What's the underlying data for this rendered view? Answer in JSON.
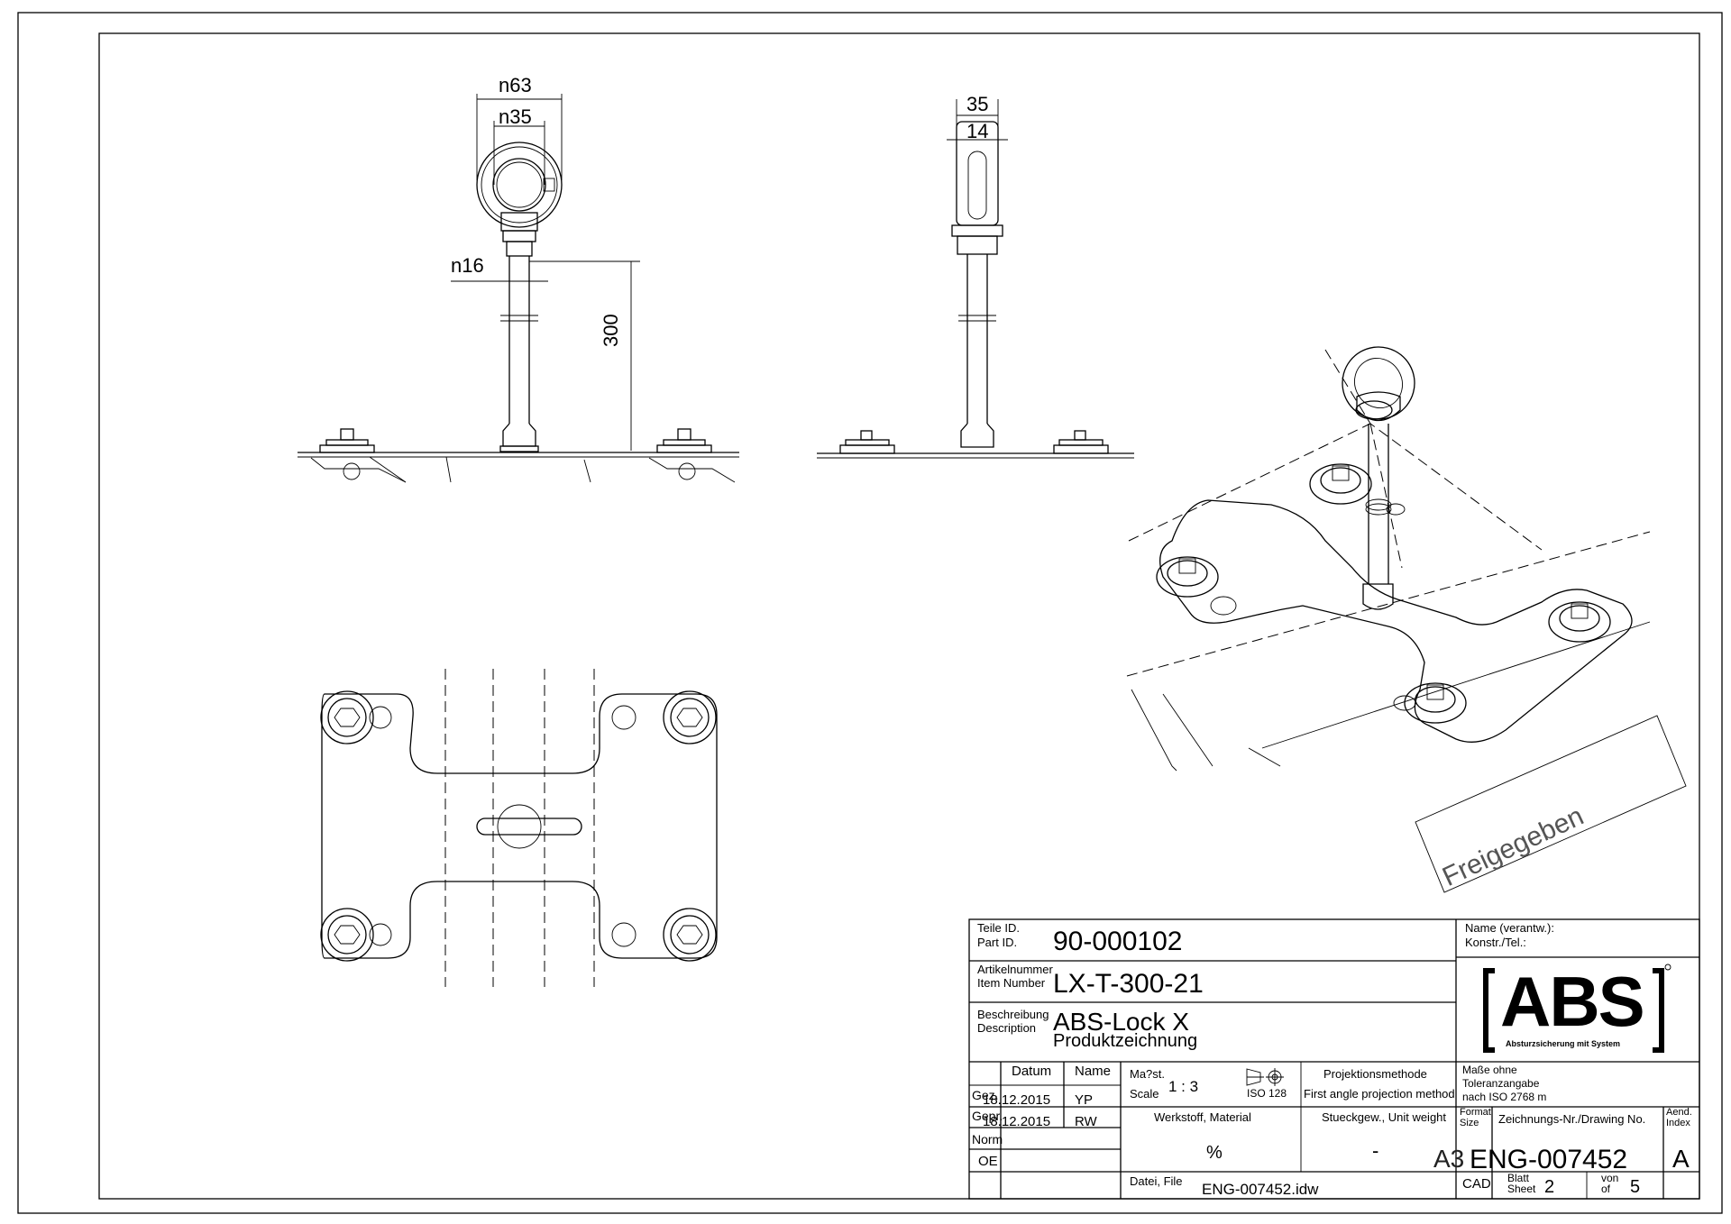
{
  "dimensions": {
    "d63": "n63",
    "d35": "n35",
    "d16": "n16",
    "len300": "300",
    "w35": "35",
    "w14": "14"
  },
  "stamp": "Freigegeben",
  "title_block": {
    "part_id_label_de": "Teile ID.",
    "part_id_label_en": "Part ID.",
    "part_id": "90-000102",
    "item_label_de": "Artikelnummer",
    "item_label_en": "Item Number",
    "item_number": "LX-T-300-21",
    "desc_label_de": "Beschreibung",
    "desc_label_en": "Description",
    "desc_line1": "ABS-Lock X",
    "desc_line2": "Produktzeichnung",
    "name_label_de": "Name (verantw.):",
    "name_label_en": "Konstr./Tel.:",
    "col_datum": "Datum",
    "col_name": "Name",
    "row_gez": "Gez.",
    "row_gepr": "Gepr.",
    "row_norm": "Norm",
    "row_oe": "OE",
    "gez_date": "18.12.2015",
    "gez_name": "YP",
    "gepr_date": "18.12.2015",
    "gepr_name": "RW",
    "scale_label_de": "Ma?st.",
    "scale_label_en": "Scale",
    "scale": "1 : 3",
    "projection_label": "Projektionsmethode",
    "projection_std": "ISO 128",
    "projection_text": "First angle projection method",
    "tolerance_l1": "Maße ohne",
    "tolerance_l2": "Toleranzangabe",
    "tolerance_l3": "nach ISO 2768 m",
    "material_label": "Werkstoff, Material",
    "material_value": "%",
    "weight_label": "Stueckgew., Unit weight",
    "weight_value": "-",
    "format_label": "Format Size",
    "format_value": "A3",
    "drawing_no_label": "Zeichnungs-Nr./Drawing No.",
    "drawing_no": "ENG-007452",
    "index_label": "Aend. Index",
    "index_value": "A",
    "file_label": "Datei, File",
    "file_value": "ENG-007452.idw",
    "cad_label": "CAD",
    "sheet_label_de": "Blatt",
    "sheet_label_en": "Sheet",
    "sheet_value": "2",
    "of_label_de": "von",
    "of_label_en": "of",
    "of_value": "5"
  },
  "logo": {
    "text": "ABS",
    "tagline": "Absturzsicherung mit System"
  }
}
